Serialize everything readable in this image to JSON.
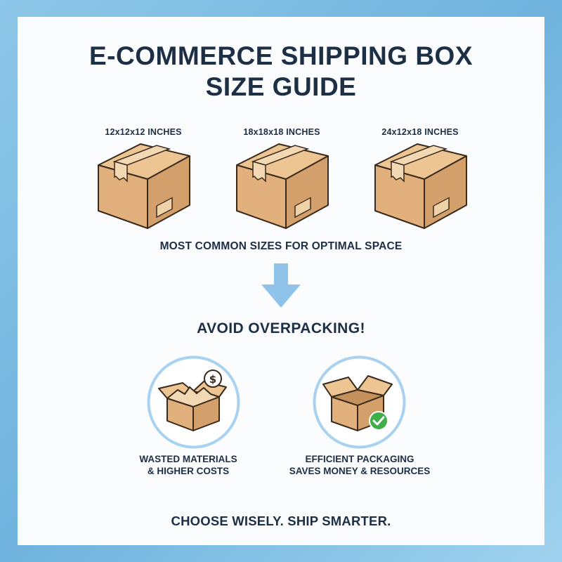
{
  "title": {
    "line1": "E-COMMERCE SHIPPING BOX",
    "line2": "SIZE GUIDE"
  },
  "boxes": [
    {
      "label": "12x12x12 INCHES"
    },
    {
      "label": "18x18x18 INCHES"
    },
    {
      "label": "24x12x18 INCHES"
    }
  ],
  "subtitle": "MOST COMMON SIZES FOR OPTIMAL SPACE",
  "avoid_heading": "AVOID OVERPACKING!",
  "comparison": [
    {
      "line1": "WASTED MATERIALS",
      "line2": "& HIGHER COSTS",
      "icon": "wasted-box-dollar-icon"
    },
    {
      "line1": "EFFICIENT PACKAGING",
      "line2": "SAVES MONEY & RESOURCES",
      "icon": "efficient-box-check-icon"
    }
  ],
  "footer": "CHOOSE WISELY. SHIP SMARTER.",
  "colors": {
    "text": "#1c2f45",
    "cardboard": "#e1b07c",
    "arrow": "#8fc3ea",
    "circle": "#a8d2ef",
    "check": "#3fae49"
  }
}
